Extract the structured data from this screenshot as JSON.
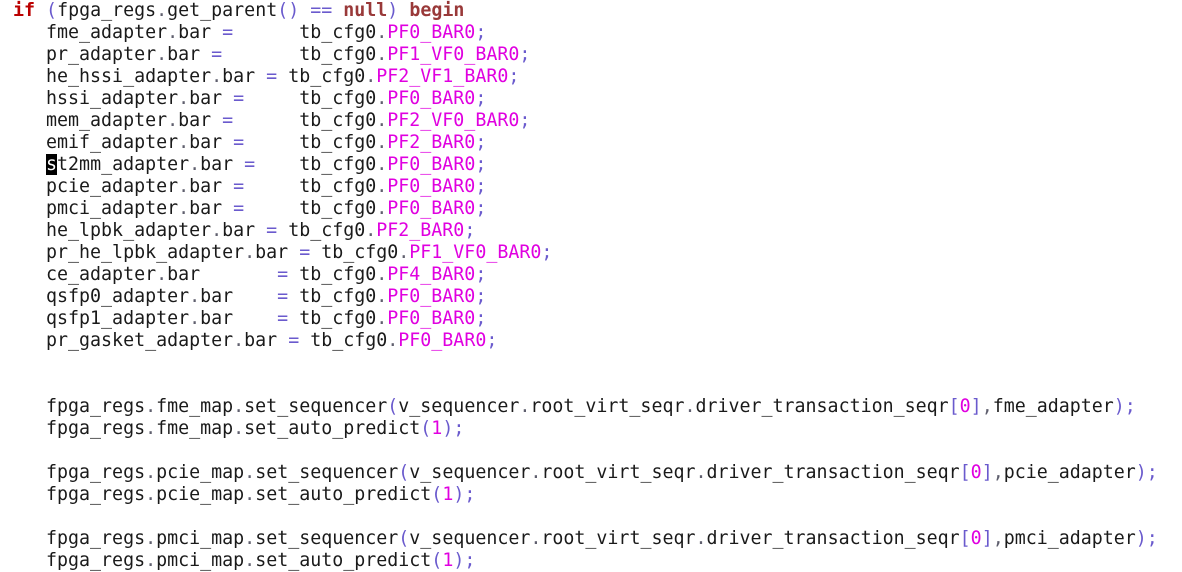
{
  "editor": {
    "background": "#ffffff",
    "language": "systemverilog-code",
    "colors": {
      "plain_text": "#1a1a1a",
      "keyword_primary": "#bb0000",
      "keyword_secondary": "#993939",
      "operator": "#6a5acd",
      "constant": "#e000e0",
      "punctuation": "#5f5f6e",
      "cursor_background": "#000000",
      "cursor_foreground": "#ffffff"
    },
    "cursor": {
      "line_index": 7,
      "character": "s"
    },
    "token_styles": {
      "i": "plain-identifier",
      "k": "keyword-if",
      "b": "keyword-null-begin",
      "o": "operator",
      "c": "constant-uppercase-or-number",
      "d": "dot-or-comma",
      "w": "block-cursor-char"
    },
    "lines": [
      [
        [
          "i",
          " "
        ],
        [
          "k",
          "if"
        ],
        [
          "i",
          " "
        ],
        [
          "o",
          "("
        ],
        [
          "i",
          "fpga_regs"
        ],
        [
          "d",
          "."
        ],
        [
          "i",
          "get_parent"
        ],
        [
          "o",
          "()"
        ],
        [
          "i",
          " "
        ],
        [
          "o",
          "=="
        ],
        [
          "i",
          " "
        ],
        [
          "b",
          "null"
        ],
        [
          "o",
          ")"
        ],
        [
          "i",
          " "
        ],
        [
          "b",
          "begin"
        ]
      ],
      [
        [
          "i",
          "    fme_adapter"
        ],
        [
          "d",
          "."
        ],
        [
          "i",
          "bar "
        ],
        [
          "o",
          "="
        ],
        [
          "i",
          "      tb_cfg0"
        ],
        [
          "d",
          "."
        ],
        [
          "c",
          "PF0_BAR0"
        ],
        [
          "o",
          ";"
        ]
      ],
      [
        [
          "i",
          "    pr_adapter"
        ],
        [
          "d",
          "."
        ],
        [
          "i",
          "bar "
        ],
        [
          "o",
          "="
        ],
        [
          "i",
          "       tb_cfg0"
        ],
        [
          "d",
          "."
        ],
        [
          "c",
          "PF1_VF0_BAR0"
        ],
        [
          "o",
          ";"
        ]
      ],
      [
        [
          "i",
          "    he_hssi_adapter"
        ],
        [
          "d",
          "."
        ],
        [
          "i",
          "bar "
        ],
        [
          "o",
          "="
        ],
        [
          "i",
          " tb_cfg0"
        ],
        [
          "d",
          "."
        ],
        [
          "c",
          "PF2_VF1_BAR0"
        ],
        [
          "o",
          ";"
        ]
      ],
      [
        [
          "i",
          "    hssi_adapter"
        ],
        [
          "d",
          "."
        ],
        [
          "i",
          "bar "
        ],
        [
          "o",
          "="
        ],
        [
          "i",
          "     tb_cfg0"
        ],
        [
          "d",
          "."
        ],
        [
          "c",
          "PF0_BAR0"
        ],
        [
          "o",
          ";"
        ]
      ],
      [
        [
          "i",
          "    mem_adapter"
        ],
        [
          "d",
          "."
        ],
        [
          "i",
          "bar "
        ],
        [
          "o",
          "="
        ],
        [
          "i",
          "      tb_cfg0"
        ],
        [
          "d",
          "."
        ],
        [
          "c",
          "PF2_VF0_BAR0"
        ],
        [
          "o",
          ";"
        ]
      ],
      [
        [
          "i",
          "    emif_adapter"
        ],
        [
          "d",
          "."
        ],
        [
          "i",
          "bar "
        ],
        [
          "o",
          "="
        ],
        [
          "i",
          "     tb_cfg0"
        ],
        [
          "d",
          "."
        ],
        [
          "c",
          "PF2_BAR0"
        ],
        [
          "o",
          ";"
        ]
      ],
      [
        [
          "i",
          "    "
        ],
        [
          "w",
          "s"
        ],
        [
          "i",
          "t2mm_adapter"
        ],
        [
          "d",
          "."
        ],
        [
          "i",
          "bar "
        ],
        [
          "o",
          "="
        ],
        [
          "i",
          "    tb_cfg0"
        ],
        [
          "d",
          "."
        ],
        [
          "c",
          "PF0_BAR0"
        ],
        [
          "o",
          ";"
        ]
      ],
      [
        [
          "i",
          "    pcie_adapter"
        ],
        [
          "d",
          "."
        ],
        [
          "i",
          "bar "
        ],
        [
          "o",
          "="
        ],
        [
          "i",
          "     tb_cfg0"
        ],
        [
          "d",
          "."
        ],
        [
          "c",
          "PF0_BAR0"
        ],
        [
          "o",
          ";"
        ]
      ],
      [
        [
          "i",
          "    pmci_adapter"
        ],
        [
          "d",
          "."
        ],
        [
          "i",
          "bar "
        ],
        [
          "o",
          "="
        ],
        [
          "i",
          "     tb_cfg0"
        ],
        [
          "d",
          "."
        ],
        [
          "c",
          "PF0_BAR0"
        ],
        [
          "o",
          ";"
        ]
      ],
      [
        [
          "i",
          "    he_lpbk_adapter"
        ],
        [
          "d",
          "."
        ],
        [
          "i",
          "bar "
        ],
        [
          "o",
          "="
        ],
        [
          "i",
          " tb_cfg0"
        ],
        [
          "d",
          "."
        ],
        [
          "c",
          "PF2_BAR0"
        ],
        [
          "o",
          ";"
        ]
      ],
      [
        [
          "i",
          "    pr_he_lpbk_adapter"
        ],
        [
          "d",
          "."
        ],
        [
          "i",
          "bar "
        ],
        [
          "o",
          "="
        ],
        [
          "i",
          " tb_cfg0"
        ],
        [
          "d",
          "."
        ],
        [
          "c",
          "PF1_VF0_BAR0"
        ],
        [
          "o",
          ";"
        ]
      ],
      [
        [
          "i",
          "    ce_adapter"
        ],
        [
          "d",
          "."
        ],
        [
          "i",
          "bar       "
        ],
        [
          "o",
          "="
        ],
        [
          "i",
          " tb_cfg0"
        ],
        [
          "d",
          "."
        ],
        [
          "c",
          "PF4_BAR0"
        ],
        [
          "o",
          ";"
        ]
      ],
      [
        [
          "i",
          "    qsfp0_adapter"
        ],
        [
          "d",
          "."
        ],
        [
          "i",
          "bar    "
        ],
        [
          "o",
          "="
        ],
        [
          "i",
          " tb_cfg0"
        ],
        [
          "d",
          "."
        ],
        [
          "c",
          "PF0_BAR0"
        ],
        [
          "o",
          ";"
        ]
      ],
      [
        [
          "i",
          "    qsfp1_adapter"
        ],
        [
          "d",
          "."
        ],
        [
          "i",
          "bar    "
        ],
        [
          "o",
          "="
        ],
        [
          "i",
          " tb_cfg0"
        ],
        [
          "d",
          "."
        ],
        [
          "c",
          "PF0_BAR0"
        ],
        [
          "o",
          ";"
        ]
      ],
      [
        [
          "i",
          "    pr_gasket_adapter"
        ],
        [
          "d",
          "."
        ],
        [
          "i",
          "bar "
        ],
        [
          "o",
          "="
        ],
        [
          "i",
          " tb_cfg0"
        ],
        [
          "d",
          "."
        ],
        [
          "c",
          "PF0_BAR0"
        ],
        [
          "o",
          ";"
        ]
      ],
      [],
      [],
      [
        [
          "i",
          "    fpga_regs"
        ],
        [
          "d",
          "."
        ],
        [
          "i",
          "fme_map"
        ],
        [
          "d",
          "."
        ],
        [
          "i",
          "set_sequencer"
        ],
        [
          "o",
          "("
        ],
        [
          "i",
          "v_sequencer"
        ],
        [
          "d",
          "."
        ],
        [
          "i",
          "root_virt_seqr"
        ],
        [
          "d",
          "."
        ],
        [
          "i",
          "driver_transaction_seqr"
        ],
        [
          "o",
          "["
        ],
        [
          "c",
          "0"
        ],
        [
          "o",
          "]"
        ],
        [
          "d",
          ","
        ],
        [
          "i",
          "fme_adapter"
        ],
        [
          "o",
          ");"
        ]
      ],
      [
        [
          "i",
          "    fpga_regs"
        ],
        [
          "d",
          "."
        ],
        [
          "i",
          "fme_map"
        ],
        [
          "d",
          "."
        ],
        [
          "i",
          "set_auto_predict"
        ],
        [
          "o",
          "("
        ],
        [
          "c",
          "1"
        ],
        [
          "o",
          ");"
        ]
      ],
      [],
      [
        [
          "i",
          "    fpga_regs"
        ],
        [
          "d",
          "."
        ],
        [
          "i",
          "pcie_map"
        ],
        [
          "d",
          "."
        ],
        [
          "i",
          "set_sequencer"
        ],
        [
          "o",
          "("
        ],
        [
          "i",
          "v_sequencer"
        ],
        [
          "d",
          "."
        ],
        [
          "i",
          "root_virt_seqr"
        ],
        [
          "d",
          "."
        ],
        [
          "i",
          "driver_transaction_seqr"
        ],
        [
          "o",
          "["
        ],
        [
          "c",
          "0"
        ],
        [
          "o",
          "]"
        ],
        [
          "d",
          ","
        ],
        [
          "i",
          "pcie_adapter"
        ],
        [
          "o",
          ");"
        ]
      ],
      [
        [
          "i",
          "    fpga_regs"
        ],
        [
          "d",
          "."
        ],
        [
          "i",
          "pcie_map"
        ],
        [
          "d",
          "."
        ],
        [
          "i",
          "set_auto_predict"
        ],
        [
          "o",
          "("
        ],
        [
          "c",
          "1"
        ],
        [
          "o",
          ");"
        ]
      ],
      [],
      [
        [
          "i",
          "    fpga_regs"
        ],
        [
          "d",
          "."
        ],
        [
          "i",
          "pmci_map"
        ],
        [
          "d",
          "."
        ],
        [
          "i",
          "set_sequencer"
        ],
        [
          "o",
          "("
        ],
        [
          "i",
          "v_sequencer"
        ],
        [
          "d",
          "."
        ],
        [
          "i",
          "root_virt_seqr"
        ],
        [
          "d",
          "."
        ],
        [
          "i",
          "driver_transaction_seqr"
        ],
        [
          "o",
          "["
        ],
        [
          "c",
          "0"
        ],
        [
          "o",
          "]"
        ],
        [
          "d",
          ","
        ],
        [
          "i",
          "pmci_adapter"
        ],
        [
          "o",
          ");"
        ]
      ],
      [
        [
          "i",
          "    fpga_regs"
        ],
        [
          "d",
          "."
        ],
        [
          "i",
          "pmci_map"
        ],
        [
          "d",
          "."
        ],
        [
          "i",
          "set_auto_predict"
        ],
        [
          "o",
          "("
        ],
        [
          "c",
          "1"
        ],
        [
          "o",
          ");"
        ]
      ]
    ]
  }
}
